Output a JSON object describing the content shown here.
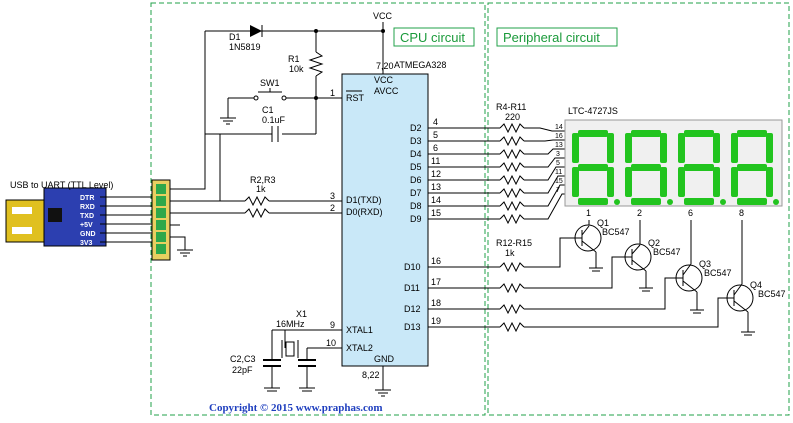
{
  "sections": {
    "cpu": "CPU circuit",
    "peripheral": "Peripheral circuit"
  },
  "vcc": "VCC",
  "d1": {
    "ref": "D1",
    "part": "1N5819"
  },
  "r1": {
    "ref": "R1",
    "value": "10k"
  },
  "sw1": {
    "ref": "SW1"
  },
  "c1": {
    "ref": "C1",
    "value": "0.1uF"
  },
  "r23": {
    "ref": "R2,R3",
    "value": "1k"
  },
  "x1": {
    "ref": "X1",
    "value": "16MHz"
  },
  "c23": {
    "ref": "C2,C3",
    "value": "22pF"
  },
  "usb": {
    "title": "USB to UART (TTL Level)",
    "pins": [
      "DTR",
      "RXD",
      "TXD",
      "+5V",
      "GND",
      "3V3"
    ]
  },
  "mcu": {
    "name": "ATMEGA328",
    "top_pins": "7,20",
    "vcc": "VCC",
    "avcc": "AVCC",
    "gnd": "GND",
    "gnd_pins": "8,22",
    "left": [
      {
        "num": "1",
        "name": "RST"
      },
      {
        "num": "3",
        "name": "D1(TXD)"
      },
      {
        "num": "2",
        "name": "D0(RXD)"
      },
      {
        "num": "9",
        "name": "XTAL1"
      },
      {
        "num": "10",
        "name": "XTAL2"
      }
    ],
    "right": [
      {
        "num": "4",
        "name": "D2"
      },
      {
        "num": "5",
        "name": "D3"
      },
      {
        "num": "6",
        "name": "D4"
      },
      {
        "num": "11",
        "name": "D5"
      },
      {
        "num": "12",
        "name": "D6"
      },
      {
        "num": "13",
        "name": "D7"
      },
      {
        "num": "14",
        "name": "D8"
      },
      {
        "num": "15",
        "name": "D9"
      },
      {
        "num": "16",
        "name": "D10"
      },
      {
        "num": "17",
        "name": "D11"
      },
      {
        "num": "18",
        "name": "D12"
      },
      {
        "num": "19",
        "name": "D13"
      }
    ]
  },
  "r4_11": {
    "ref": "R4-R11",
    "value": "220"
  },
  "r12_15": {
    "ref": "R12-R15",
    "value": "1k"
  },
  "display": {
    "part": "LTC-4727JS",
    "pins": [
      "14",
      "16",
      "13",
      "3",
      "5",
      "11",
      "15",
      "7"
    ],
    "segs": [
      "a",
      "b",
      "c",
      "d",
      "e",
      "f",
      "g",
      "dp"
    ],
    "digit_pins": [
      "1",
      "2",
      "6",
      "8"
    ],
    "color": "#22c41f"
  },
  "transistors": [
    {
      "ref": "Q1",
      "part": "BC547"
    },
    {
      "ref": "Q2",
      "part": "BC547"
    },
    {
      "ref": "Q3",
      "part": "BC547"
    },
    {
      "ref": "Q4",
      "part": "BC547"
    }
  ],
  "copyright": "Copyright © 2015 www.praphas.com",
  "colors": {
    "section_border": "#22a048",
    "mcu_fill": "#c9e8f8",
    "copyright": "#1f3fbf"
  }
}
